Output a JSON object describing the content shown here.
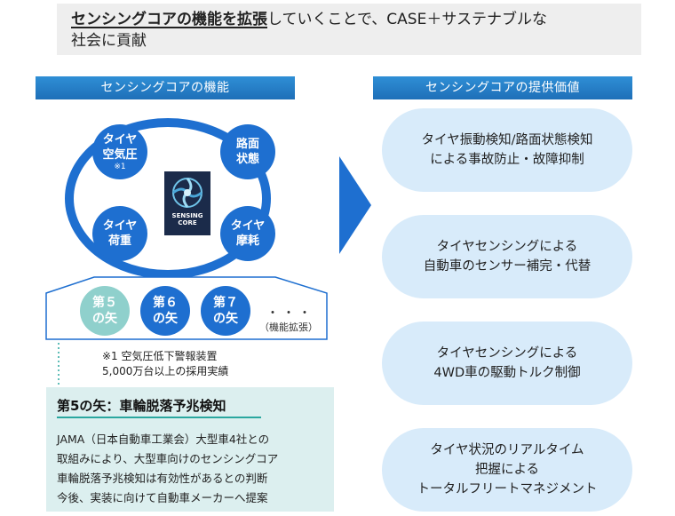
{
  "headline": {
    "emphasis": "センシングコアの機能を拡張",
    "rest": "していくことで、CASE＋サステナブルな",
    "line2": "社会に貢献"
  },
  "left_banner": "センシングコアの機能",
  "right_banner": "センシングコアの提供価値",
  "functions": {
    "tire_pressure": {
      "l1": "タイヤ",
      "l2": "空気圧",
      "note": "※1"
    },
    "road_condition": {
      "l1": "路面",
      "l2": "状態"
    },
    "tire_load": {
      "l1": "タイヤ",
      "l2": "荷重"
    },
    "tire_wear": {
      "l1": "タイヤ",
      "l2": "摩耗"
    }
  },
  "logo": {
    "l1": "SENSING",
    "l2": "CORE"
  },
  "arrows": [
    {
      "l1": "第５",
      "l2": "の矢"
    },
    {
      "l1": "第６",
      "l2": "の矢"
    },
    {
      "l1": "第７",
      "l2": "の矢"
    }
  ],
  "dots": "・・・",
  "expansion_label": "（機能拡張）",
  "footnote": {
    "l1": "※1 空気圧低下警報装置",
    "l2": "5,000万台以上の採用実績"
  },
  "detail": {
    "title": "第5の矢：車輪脱落予兆検知",
    "lines": [
      "JAMA（日本自動車工業会）大型車4社との",
      "取組みにより、大型車向けのセンシングコア",
      "車輪脱落予兆検知は有効性があるとの判断",
      "今後、実装に向けて自動車メーカーへ提案"
    ]
  },
  "values": [
    {
      "lines": [
        "タイヤ振動検知/路面状態検知",
        "による事故防止・故障抑制"
      ]
    },
    {
      "lines": [
        "タイヤセンシングによる",
        "自動車のセンサー補完・代替"
      ]
    },
    {
      "lines": [
        "タイヤセンシングによる",
        "4WD車の駆動トルク制御"
      ]
    },
    {
      "lines": [
        "タイヤ状況のリアルタイム",
        "把握による",
        "トータルフリートマネジメント"
      ]
    }
  ],
  "colors": {
    "primary_blue": "#1e6fd0",
    "banner_blue": "#2f8fd6",
    "teal_arrow": "#8fd0cc",
    "pill_bg": "#d8ebfa",
    "detail_bg": "#dcefef"
  }
}
